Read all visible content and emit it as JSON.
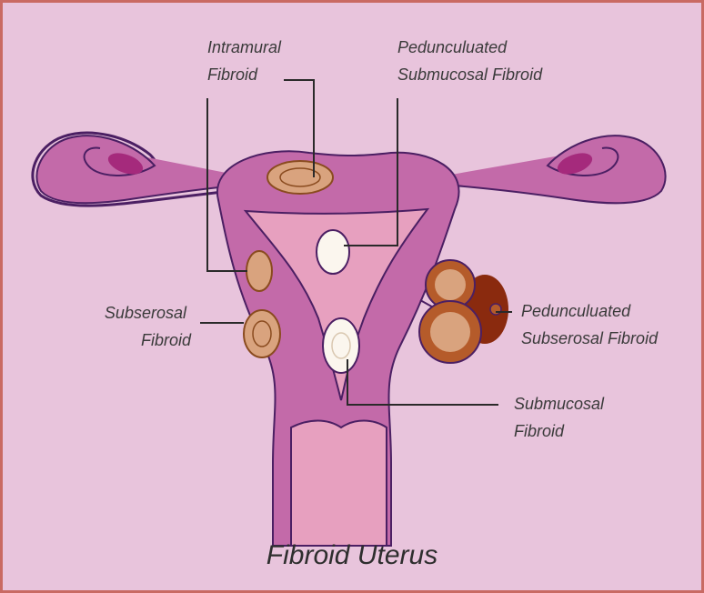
{
  "labels": {
    "intramural": [
      "Intramural",
      "Fibroid"
    ],
    "pedunculated_submucosal": [
      "Pedunculuated",
      "Submucosal Fibroid"
    ],
    "subserosal": [
      "Subserosal",
      "Fibroid"
    ],
    "pedunculated_subserosal": [
      "Pedunculuated",
      "Subserosal Fibroid"
    ],
    "submucosal": [
      "Submucosal",
      "Fibroid"
    ]
  },
  "title": "Fibroid Uterus",
  "colors": {
    "background": "#e8c4dc",
    "border": "#c96a63",
    "uterus": "#c36aa9",
    "cavity": "#e7a0bf",
    "outline": "#4b1f63",
    "fibroid_tan": "#d9a37e",
    "fibroid_white": "#fbf6ee",
    "pedunculated_dark": "#8a2a0e"
  }
}
